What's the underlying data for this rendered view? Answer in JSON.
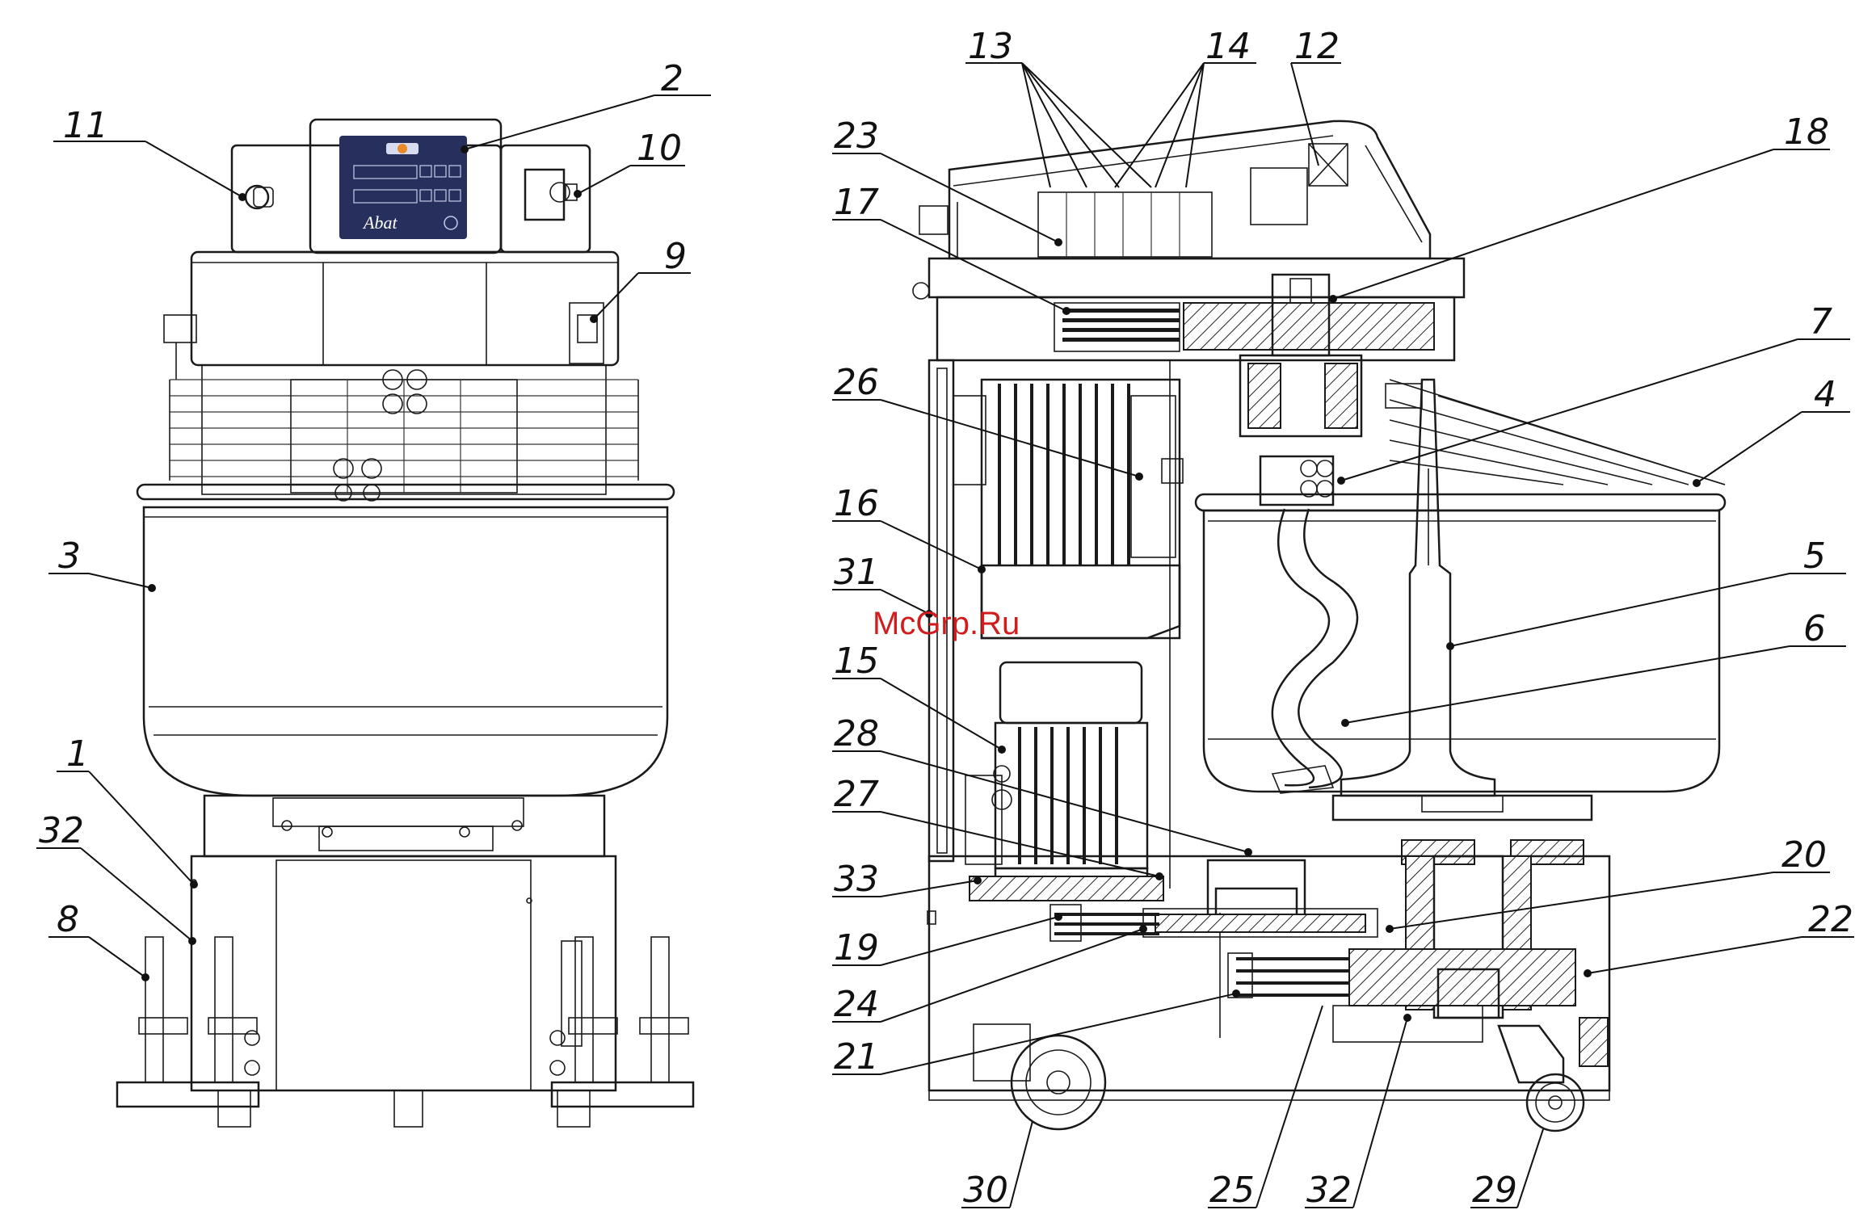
{
  "watermark": "McGrp.Ru",
  "control_panel": {
    "logo_text": "Abat"
  },
  "callouts": [
    {
      "id": "11",
      "text": "11"
    },
    {
      "id": "2",
      "text": "2"
    },
    {
      "id": "10",
      "text": "10"
    },
    {
      "id": "9",
      "text": "9"
    },
    {
      "id": "3",
      "text": "3"
    },
    {
      "id": "1",
      "text": "1"
    },
    {
      "id": "32a",
      "text": "32"
    },
    {
      "id": "8",
      "text": "8"
    },
    {
      "id": "13",
      "text": "13"
    },
    {
      "id": "14",
      "text": "14"
    },
    {
      "id": "12",
      "text": "12"
    },
    {
      "id": "23",
      "text": "23"
    },
    {
      "id": "18",
      "text": "18"
    },
    {
      "id": "17",
      "text": "17"
    },
    {
      "id": "7",
      "text": "7"
    },
    {
      "id": "26",
      "text": "26"
    },
    {
      "id": "4",
      "text": "4"
    },
    {
      "id": "16",
      "text": "16"
    },
    {
      "id": "5",
      "text": "5"
    },
    {
      "id": "31",
      "text": "31"
    },
    {
      "id": "6",
      "text": "6"
    },
    {
      "id": "15",
      "text": "15"
    },
    {
      "id": "28",
      "text": "28"
    },
    {
      "id": "27",
      "text": "27"
    },
    {
      "id": "20",
      "text": "20"
    },
    {
      "id": "33",
      "text": "33"
    },
    {
      "id": "22",
      "text": "22"
    },
    {
      "id": "19",
      "text": "19"
    },
    {
      "id": "24",
      "text": "24"
    },
    {
      "id": "21",
      "text": "21"
    },
    {
      "id": "30",
      "text": "30"
    },
    {
      "id": "25",
      "text": "25"
    },
    {
      "id": "32b",
      "text": "32"
    },
    {
      "id": "29",
      "text": "29"
    }
  ]
}
